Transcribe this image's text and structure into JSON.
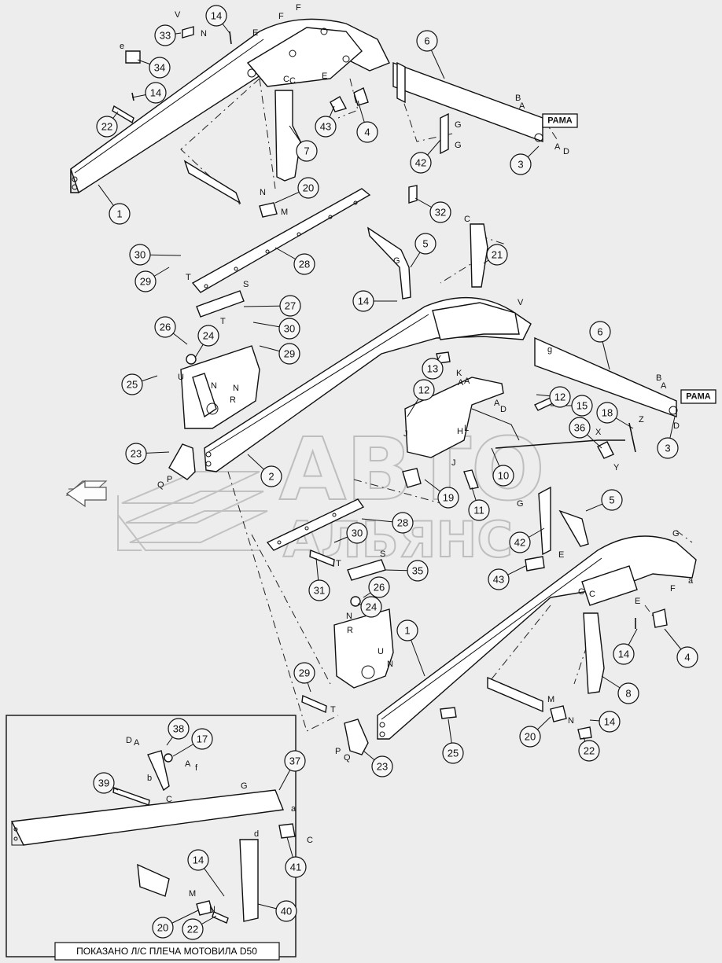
{
  "tags": {
    "frame_top": "РАМА",
    "frame_mid": "РАМА"
  },
  "watermark": {
    "line1": "АВТО",
    "line2": "АЛЬЯНС"
  },
  "inset_caption": "ПОКАЗАНО Л/С ПЛЕЧА МОТОВИЛА D50",
  "callouts": [
    {
      "id": "c14a",
      "n": "14"
    },
    {
      "id": "c33",
      "n": "33"
    },
    {
      "id": "c34",
      "n": "34"
    },
    {
      "id": "c6a",
      "n": "6"
    },
    {
      "id": "c14b",
      "n": "14"
    },
    {
      "id": "c22a",
      "n": "22"
    },
    {
      "id": "c43a",
      "n": "43"
    },
    {
      "id": "c7",
      "n": "7"
    },
    {
      "id": "c4a",
      "n": "4"
    },
    {
      "id": "c42a",
      "n": "42"
    },
    {
      "id": "c3a",
      "n": "3"
    },
    {
      "id": "c1a",
      "n": "1"
    },
    {
      "id": "c20a",
      "n": "20"
    },
    {
      "id": "c32",
      "n": "32"
    },
    {
      "id": "c5a",
      "n": "5"
    },
    {
      "id": "c21",
      "n": "21"
    },
    {
      "id": "c30a",
      "n": "30"
    },
    {
      "id": "c29a",
      "n": "29"
    },
    {
      "id": "c28a",
      "n": "28"
    },
    {
      "id": "c27",
      "n": "27"
    },
    {
      "id": "c14c",
      "n": "14"
    },
    {
      "id": "c30b",
      "n": "30"
    },
    {
      "id": "c26a",
      "n": "26"
    },
    {
      "id": "c24a",
      "n": "24"
    },
    {
      "id": "c29b",
      "n": "29"
    },
    {
      "id": "c6b",
      "n": "6"
    },
    {
      "id": "c25a",
      "n": "25"
    },
    {
      "id": "c13",
      "n": "13"
    },
    {
      "id": "c12a",
      "n": "12"
    },
    {
      "id": "c12b",
      "n": "12"
    },
    {
      "id": "c15",
      "n": "15"
    },
    {
      "id": "c18",
      "n": "18"
    },
    {
      "id": "c23a",
      "n": "23"
    },
    {
      "id": "c2",
      "n": "2"
    },
    {
      "id": "c36",
      "n": "36"
    },
    {
      "id": "c3b",
      "n": "3"
    },
    {
      "id": "c10",
      "n": "10"
    },
    {
      "id": "c19",
      "n": "19"
    },
    {
      "id": "c11",
      "n": "11"
    },
    {
      "id": "c5b",
      "n": "5"
    },
    {
      "id": "c28b",
      "n": "28"
    },
    {
      "id": "c30c",
      "n": "30"
    },
    {
      "id": "c42b",
      "n": "42"
    },
    {
      "id": "c31",
      "n": "31"
    },
    {
      "id": "c35",
      "n": "35"
    },
    {
      "id": "c26b",
      "n": "26"
    },
    {
      "id": "c24b",
      "n": "24"
    },
    {
      "id": "c43b",
      "n": "43"
    },
    {
      "id": "c1b",
      "n": "1"
    },
    {
      "id": "c14d",
      "n": "14"
    },
    {
      "id": "c4b",
      "n": "4"
    },
    {
      "id": "c8",
      "n": "8"
    },
    {
      "id": "c29c",
      "n": "29"
    },
    {
      "id": "c14e",
      "n": "14"
    },
    {
      "id": "c20b",
      "n": "20"
    },
    {
      "id": "c22b",
      "n": "22"
    },
    {
      "id": "c25b",
      "n": "25"
    },
    {
      "id": "c23b",
      "n": "23"
    },
    {
      "id": "c38",
      "n": "38"
    },
    {
      "id": "c17",
      "n": "17"
    },
    {
      "id": "c37",
      "n": "37"
    },
    {
      "id": "c39",
      "n": "39"
    },
    {
      "id": "c41",
      "n": "41"
    },
    {
      "id": "c14f",
      "n": "14"
    },
    {
      "id": "c40",
      "n": "40"
    },
    {
      "id": "c20c",
      "n": "20"
    },
    {
      "id": "c22c",
      "n": "22"
    }
  ],
  "letters": [
    {
      "id": "l1",
      "t": "V"
    },
    {
      "id": "l2",
      "t": "N"
    },
    {
      "id": "l3",
      "t": "e"
    },
    {
      "id": "l4",
      "t": "F"
    },
    {
      "id": "l5",
      "t": "F"
    },
    {
      "id": "l6",
      "t": "E"
    },
    {
      "id": "l7",
      "t": "E"
    },
    {
      "id": "l8",
      "t": "C"
    },
    {
      "id": "l9",
      "t": "C"
    },
    {
      "id": "l10",
      "t": "B"
    },
    {
      "id": "l11",
      "t": "A"
    },
    {
      "id": "l12",
      "t": "G"
    },
    {
      "id": "l13",
      "t": "G"
    },
    {
      "id": "l14",
      "t": "A"
    },
    {
      "id": "l15",
      "t": "D"
    },
    {
      "id": "l16",
      "t": "N"
    },
    {
      "id": "l17",
      "t": "M"
    },
    {
      "id": "l18",
      "t": "C"
    },
    {
      "id": "l19",
      "t": "G"
    },
    {
      "id": "l20",
      "t": "V"
    },
    {
      "id": "l21",
      "t": "T"
    },
    {
      "id": "l22",
      "t": "S"
    },
    {
      "id": "l23",
      "t": "T"
    },
    {
      "id": "l24",
      "t": "U"
    },
    {
      "id": "l25",
      "t": "N"
    },
    {
      "id": "l26",
      "t": "N"
    },
    {
      "id": "l27",
      "t": "R"
    },
    {
      "id": "l28",
      "t": "g"
    },
    {
      "id": "l29",
      "t": "B"
    },
    {
      "id": "l30",
      "t": "A"
    },
    {
      "id": "l31",
      "t": "A"
    },
    {
      "id": "l32",
      "t": "D"
    },
    {
      "id": "l33",
      "t": "K"
    },
    {
      "id": "l34",
      "t": "A"
    },
    {
      "id": "l35",
      "t": "A"
    },
    {
      "id": "l36",
      "t": "D"
    },
    {
      "id": "l37",
      "t": "H"
    },
    {
      "id": "l38",
      "t": "L"
    },
    {
      "id": "l39",
      "t": "J"
    },
    {
      "id": "l40",
      "t": "J"
    },
    {
      "id": "l41",
      "t": "Z"
    },
    {
      "id": "l42",
      "t": "X"
    },
    {
      "id": "l43",
      "t": "Y"
    },
    {
      "id": "l44",
      "t": "P"
    },
    {
      "id": "l45",
      "t": "Q"
    },
    {
      "id": "l46",
      "t": "G"
    },
    {
      "id": "l47",
      "t": "G"
    },
    {
      "id": "l48",
      "t": "E"
    },
    {
      "id": "l49",
      "t": "F"
    },
    {
      "id": "l50",
      "t": "a"
    },
    {
      "id": "l51",
      "t": "E"
    },
    {
      "id": "l52",
      "t": "C"
    },
    {
      "id": "l53",
      "t": "C"
    },
    {
      "id": "l54",
      "t": "T"
    },
    {
      "id": "l55",
      "t": "S"
    },
    {
      "id": "l56",
      "t": "N"
    },
    {
      "id": "l57",
      "t": "R"
    },
    {
      "id": "l58",
      "t": "U"
    },
    {
      "id": "l59",
      "t": "N"
    },
    {
      "id": "l60",
      "t": "M"
    },
    {
      "id": "l61",
      "t": "N"
    },
    {
      "id": "l62",
      "t": "T"
    },
    {
      "id": "l63",
      "t": "P"
    },
    {
      "id": "l64",
      "t": "Q"
    },
    {
      "id": "l65",
      "t": "D"
    },
    {
      "id": "l66",
      "t": "A"
    },
    {
      "id": "l67",
      "t": "A"
    },
    {
      "id": "l68",
      "t": "f"
    },
    {
      "id": "l69",
      "t": "b"
    },
    {
      "id": "l70",
      "t": "C"
    },
    {
      "id": "l71",
      "t": "G"
    },
    {
      "id": "l72",
      "t": "a"
    },
    {
      "id": "l73",
      "t": "d"
    },
    {
      "id": "l74",
      "t": "C"
    },
    {
      "id": "l75",
      "t": "M"
    },
    {
      "id": "l76",
      "t": "N"
    }
  ]
}
